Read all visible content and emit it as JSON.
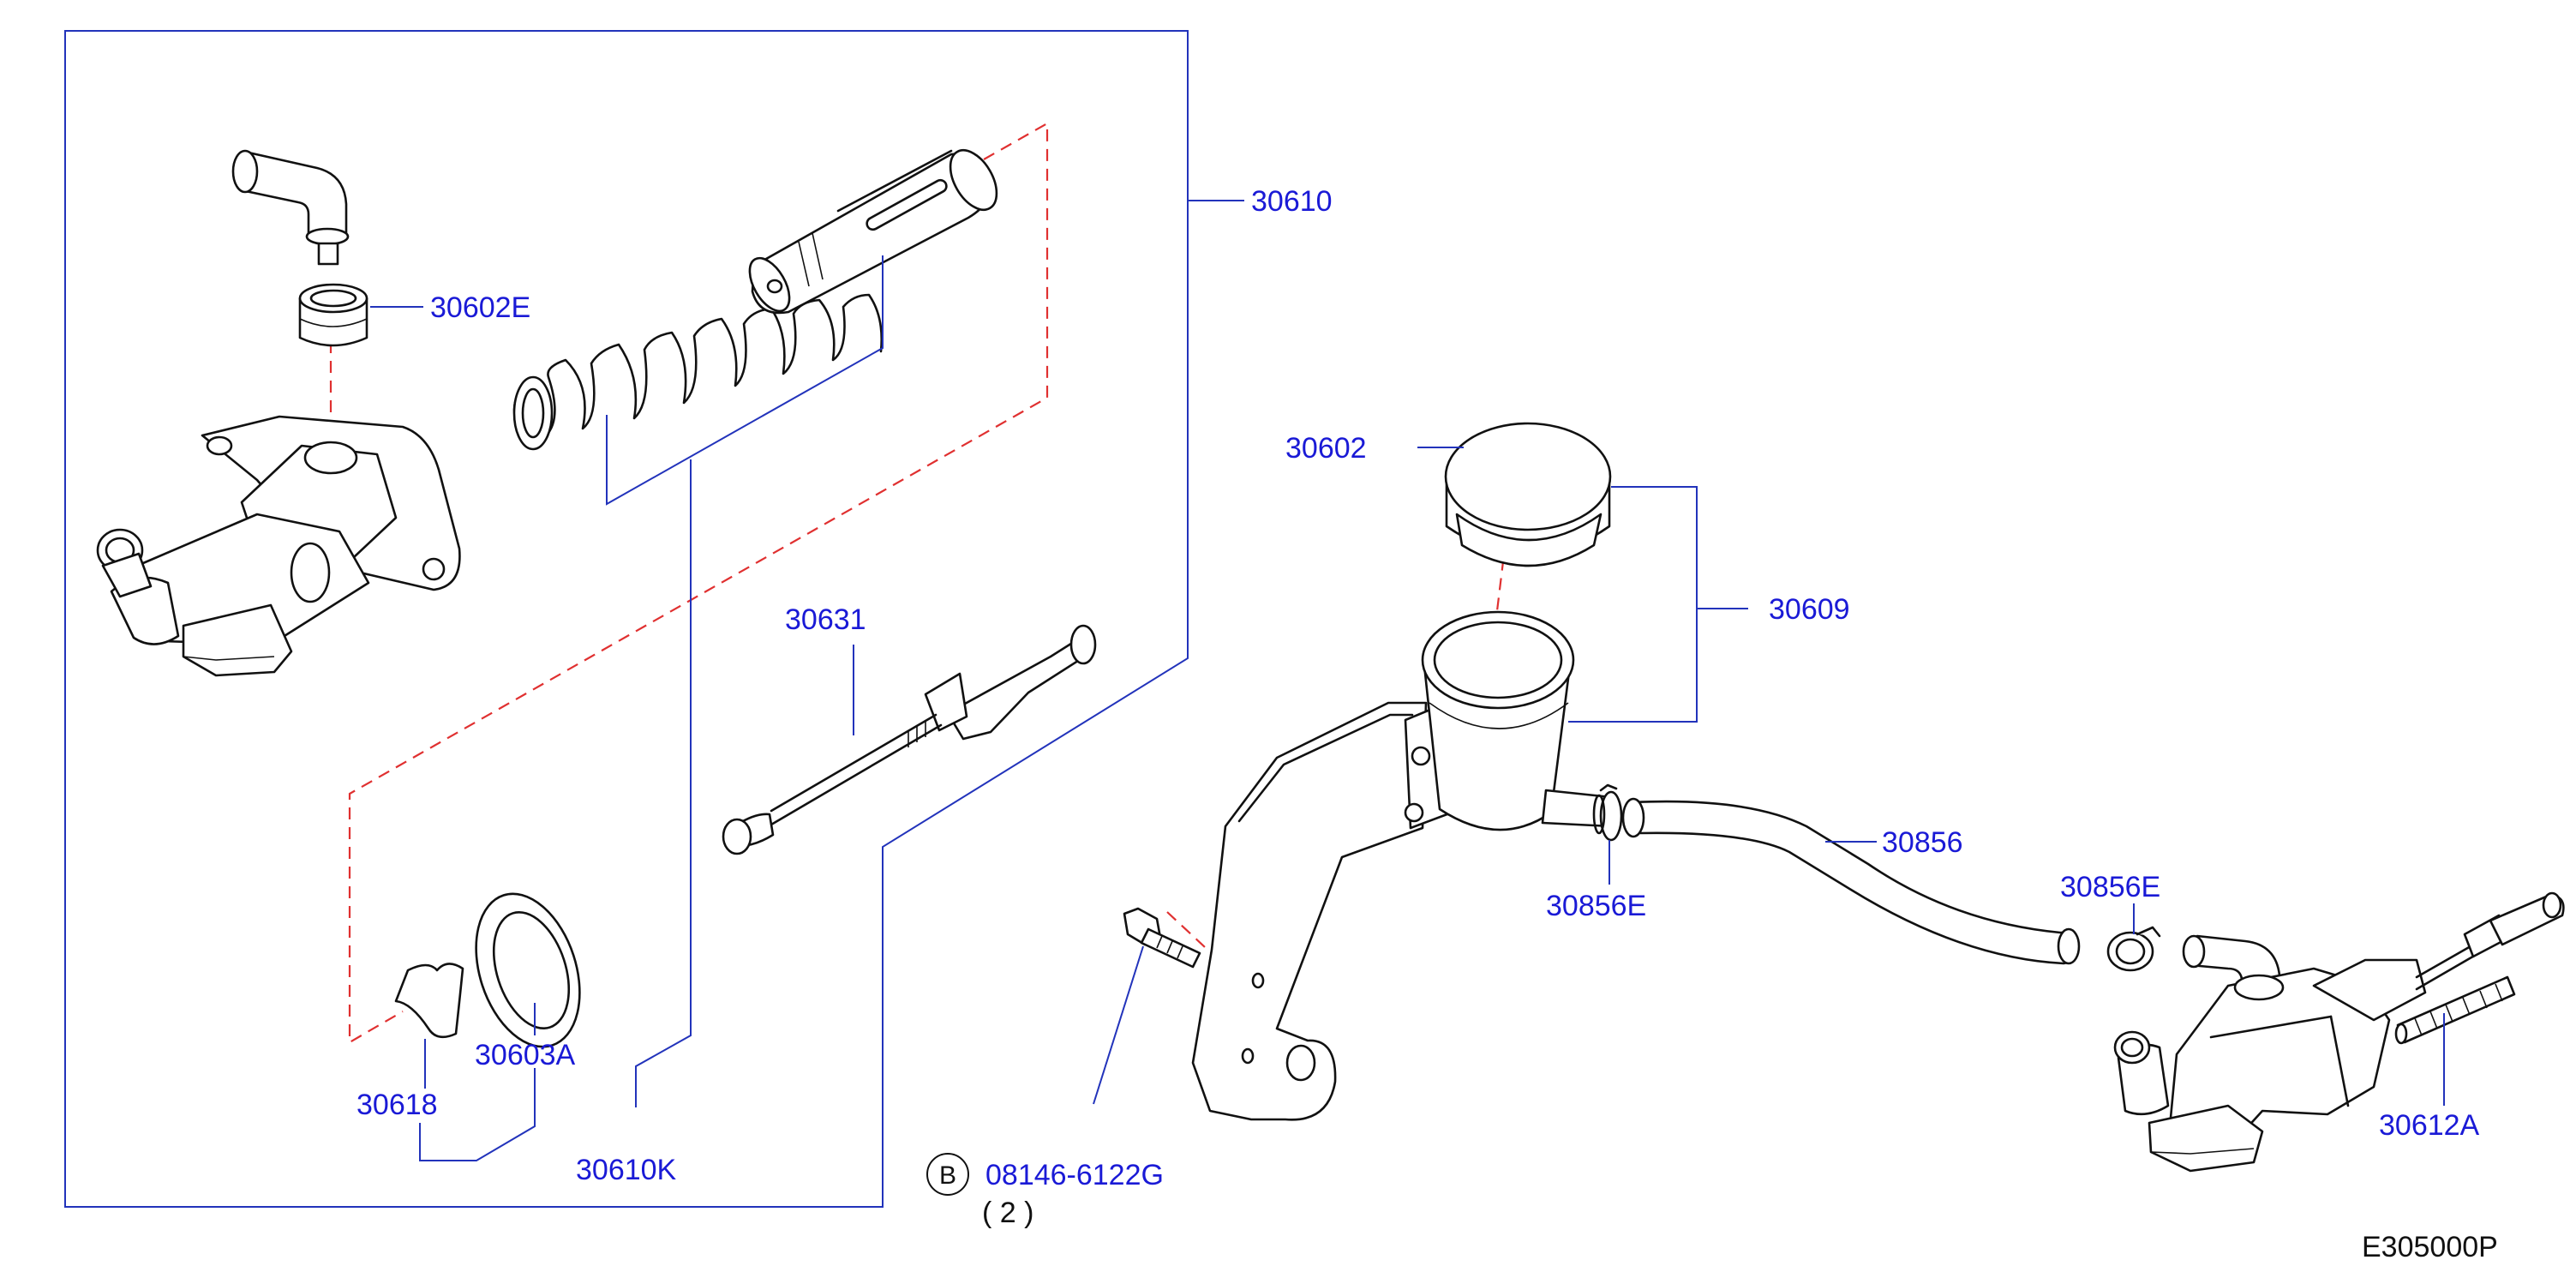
{
  "diagram": {
    "labels": {
      "p30610": "30610",
      "p30602E": "30602E",
      "p30602": "30602",
      "p30609": "30609",
      "p30631": "30631",
      "p30856": "30856",
      "p30856E_left": "30856E",
      "p30856E_right": "30856E",
      "p30603A": "30603A",
      "p30618": "30618",
      "p30610K": "30610K",
      "p30612A": "30612A",
      "bolt_code": "08146-6122G",
      "bolt_qty": "( 2 )",
      "bolt_marker": "B"
    },
    "figure_code": "E305000P",
    "colors": {
      "label": "#1a1ad6",
      "leader": "#2233bb",
      "dashed_axis": "#e03030",
      "line_art": "#111111"
    }
  }
}
